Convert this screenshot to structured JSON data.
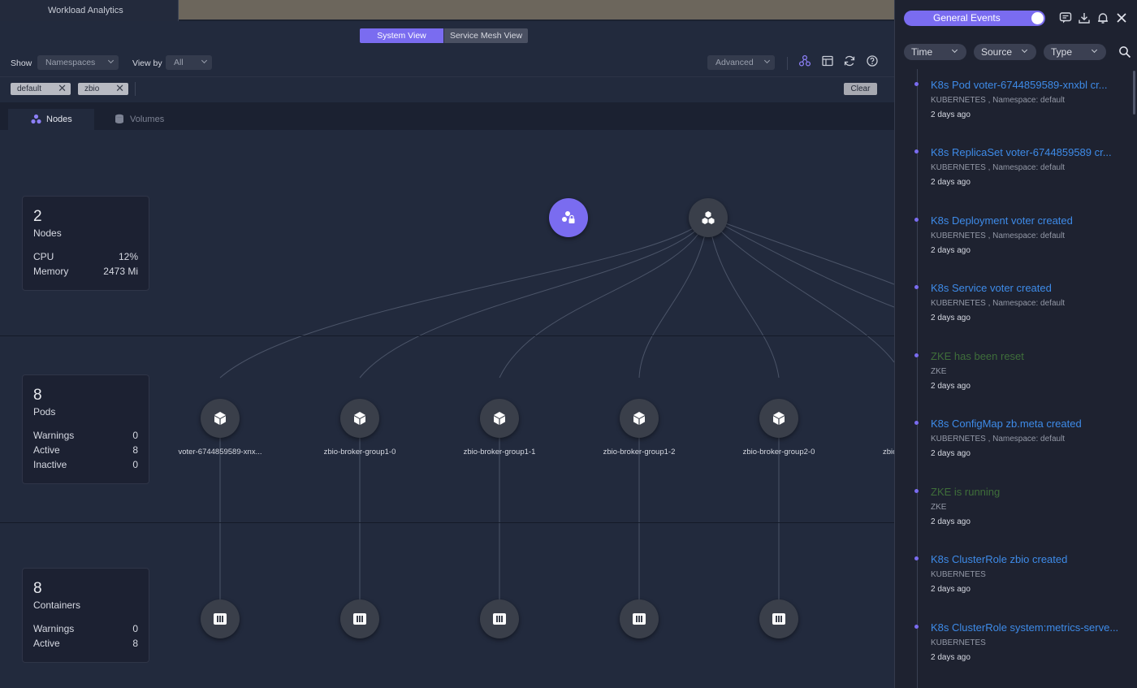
{
  "app": {
    "title": "Workload Analytics"
  },
  "view_toggle": {
    "active": "System View",
    "inactive": "Service Mesh View"
  },
  "filters": {
    "show_label": "Show",
    "show_value": "Namespaces",
    "viewby_label": "View by",
    "viewby_value": "All",
    "advanced_value": "Advanced"
  },
  "tags": {
    "items": [
      "default",
      "zbio"
    ],
    "clear_label": "Clear"
  },
  "tabs": {
    "nodes": "Nodes",
    "volumes": "Volumes"
  },
  "stats": {
    "nodes": {
      "count": "2",
      "name": "Nodes",
      "rows": [
        {
          "k": "CPU",
          "v": "12%"
        },
        {
          "k": "Memory",
          "v": "2473 Mi"
        }
      ]
    },
    "pods": {
      "count": "8",
      "name": "Pods",
      "rows": [
        {
          "k": "Warnings",
          "v": "0"
        },
        {
          "k": "Active",
          "v": "8"
        },
        {
          "k": "Inactive",
          "v": "0"
        }
      ]
    },
    "containers": {
      "count": "8",
      "name": "Containers",
      "rows": [
        {
          "k": "Warnings",
          "v": "0"
        },
        {
          "k": "Active",
          "v": "8"
        }
      ]
    }
  },
  "pods": [
    "voter-6744859589-xnx...",
    "zbio-broker-group1-0",
    "zbio-broker-group1-1",
    "zbio-broker-group1-2",
    "zbio-broker-group2-0",
    "zbio"
  ],
  "events_panel": {
    "toggle_label": "General Events",
    "filter_time": "Time",
    "filter_source": "Source",
    "filter_type": "Type",
    "events": [
      {
        "title": "K8s Pod voter-6744859589-xnxbl cr...",
        "source": "KUBERNETES , Namespace: default",
        "time": "2 days ago",
        "kind": "k8s"
      },
      {
        "title": "K8s ReplicaSet voter-6744859589 cr...",
        "source": "KUBERNETES , Namespace: default",
        "time": "2 days ago",
        "kind": "k8s"
      },
      {
        "title": "K8s Deployment voter created",
        "source": "KUBERNETES , Namespace: default",
        "time": "2 days ago",
        "kind": "k8s"
      },
      {
        "title": "K8s Service voter created",
        "source": "KUBERNETES , Namespace: default",
        "time": "2 days ago",
        "kind": "k8s"
      },
      {
        "title": "ZKE has been reset",
        "source": "ZKE",
        "time": "2 days ago",
        "kind": "zke"
      },
      {
        "title": "K8s ConfigMap zb.meta created",
        "source": "KUBERNETES , Namespace: default",
        "time": "2 days ago",
        "kind": "k8s"
      },
      {
        "title": "ZKE is running",
        "source": "ZKE",
        "time": "2 days ago",
        "kind": "zke"
      },
      {
        "title": "K8s ClusterRole zbio created",
        "source": "KUBERNETES",
        "time": "2 days ago",
        "kind": "k8s"
      },
      {
        "title": "K8s ClusterRole system:metrics-serve...",
        "source": "KUBERNETES",
        "time": "2 days ago",
        "kind": "k8s"
      }
    ]
  },
  "colors": {
    "accent": "#7a6cf0",
    "link": "#3e8be8",
    "zke": "#3f6e3a",
    "background": "#222a3d"
  }
}
